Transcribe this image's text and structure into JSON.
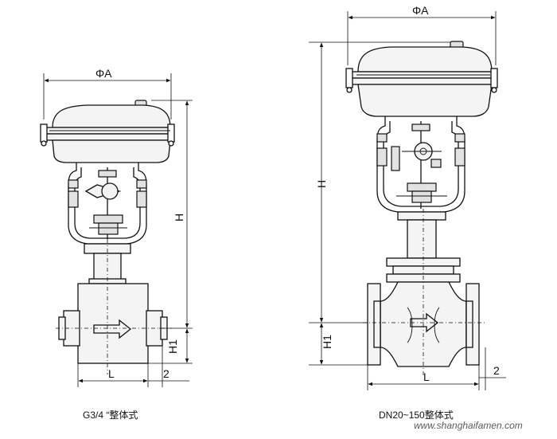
{
  "left_valve": {
    "dim_diameter": "ΦA",
    "dim_height": "H",
    "dim_h1": "H1",
    "dim_length": "L",
    "dim_gap": "2",
    "caption": "G3/4 “整体式"
  },
  "right_valve": {
    "dim_diameter": "ΦA",
    "dim_height": "H",
    "dim_h1": "H1",
    "dim_length": "L",
    "dim_gap": "2",
    "caption": "DN20~150整体式"
  },
  "watermark": "www.shanghaifamen.com"
}
